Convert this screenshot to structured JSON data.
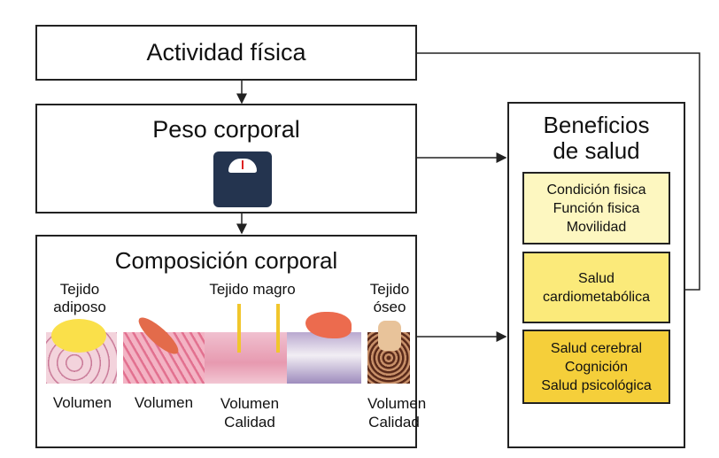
{
  "actividad": {
    "title": "Actividad física"
  },
  "peso": {
    "title": "Peso corporal",
    "icon": "bathroom-scale-icon"
  },
  "composicion": {
    "title": "Composición corporal",
    "tissues": [
      {
        "label": "Tejido\nadiposo",
        "measure": "Volumen"
      },
      {
        "measure": "Volumen"
      },
      {
        "label": "Tejido magro",
        "measure": "Volumen\nCalidad"
      },
      {
        "label": "Tejido\nóseo",
        "measure": "Volumen\nCalidad"
      }
    ]
  },
  "beneficios": {
    "title": "Beneficios\nde salud",
    "items": [
      {
        "text": "Condición fisica\nFunción fisica\nMovilidad",
        "color": "#fdf7c0"
      },
      {
        "text": "Salud\ncardiometabólica",
        "color": "#fbea7a"
      },
      {
        "text": "Salud cerebral\nCognición\nSalud psicológica",
        "color": "#f5cf3a"
      }
    ]
  }
}
